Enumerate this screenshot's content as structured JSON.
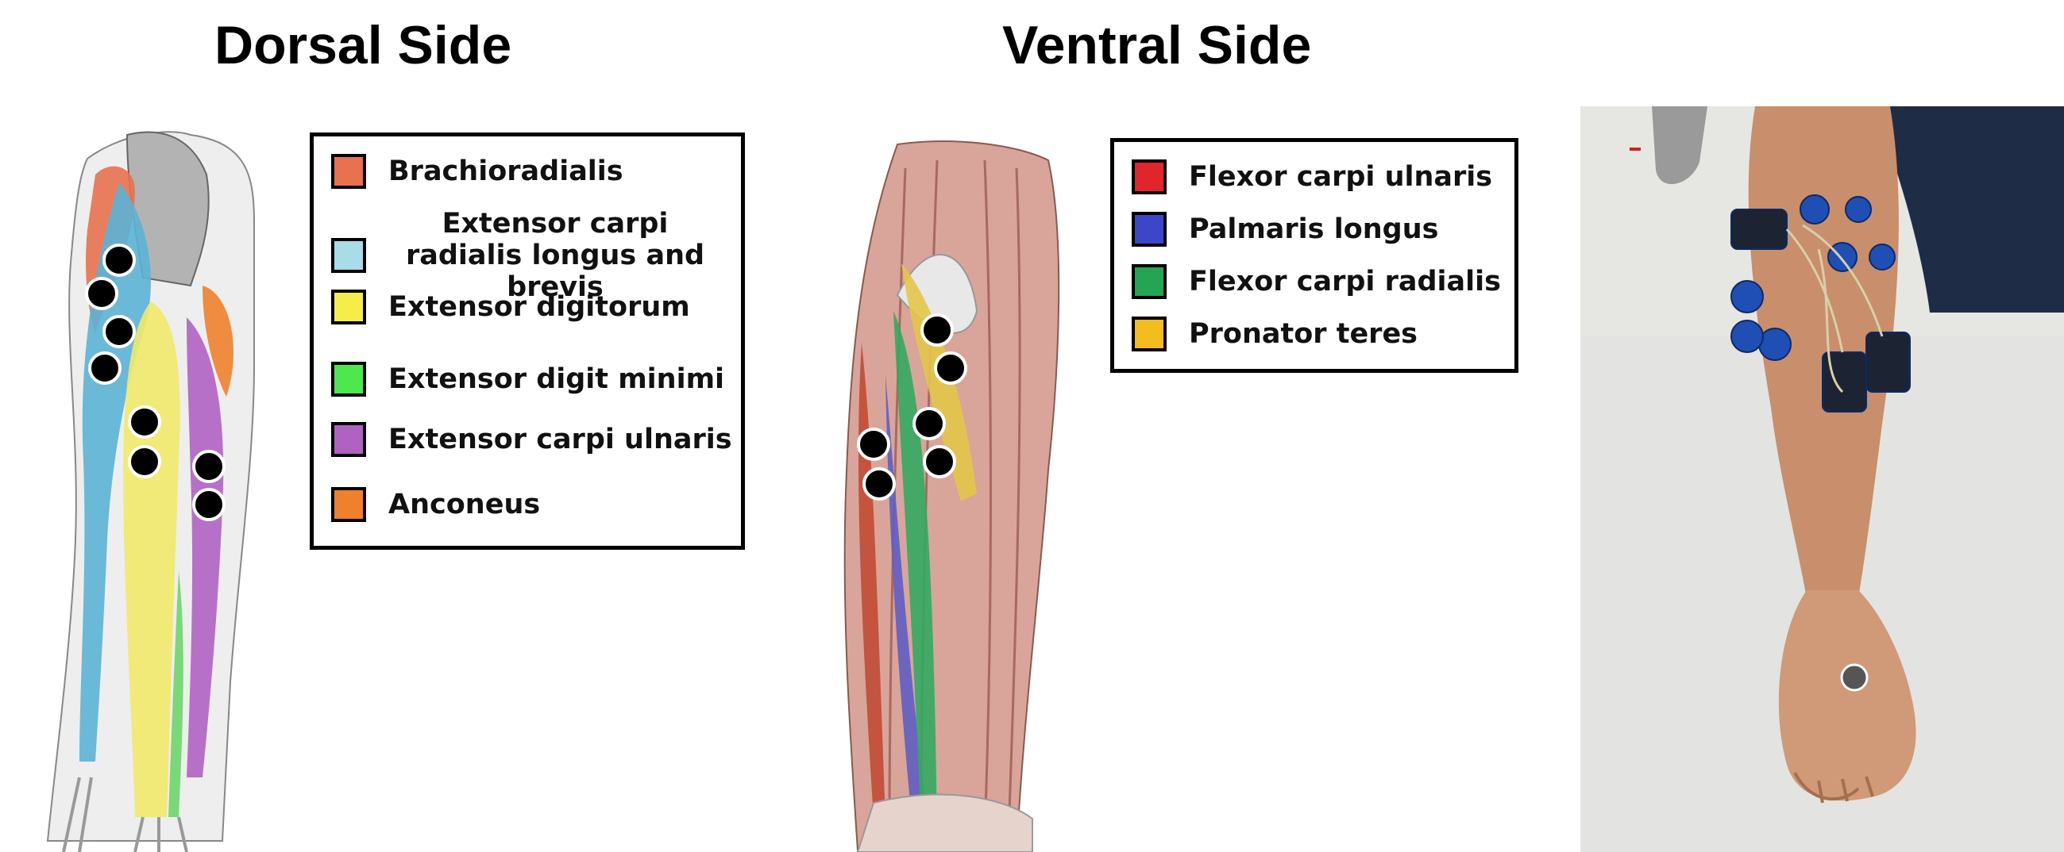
{
  "titles": {
    "dorsal": "Dorsal Side",
    "ventral": "Ventral Side"
  },
  "legend_dorsal": [
    {
      "label": "Brachioradialis",
      "color": "#E8714F"
    },
    {
      "label": "Extensor carpi radialis longus and brevis",
      "color": "#A7DCE8"
    },
    {
      "label": "Extensor digitorum",
      "color": "#F5EE4A"
    },
    {
      "label": "Extensor digit minimi",
      "color": "#4DE84D"
    },
    {
      "label": "Extensor carpi ulnaris",
      "color": "#B062C2"
    },
    {
      "label": "Anconeus",
      "color": "#F0812C"
    }
  ],
  "legend_ventral": [
    {
      "label": "Flexor carpi ulnaris",
      "color": "#E0262A"
    },
    {
      "label": "Palmaris longus",
      "color": "#3B47C8"
    },
    {
      "label": "Flexor carpi radialis",
      "color": "#23A552"
    },
    {
      "label": "Pronator teres",
      "color": "#F4BD1F"
    }
  ]
}
